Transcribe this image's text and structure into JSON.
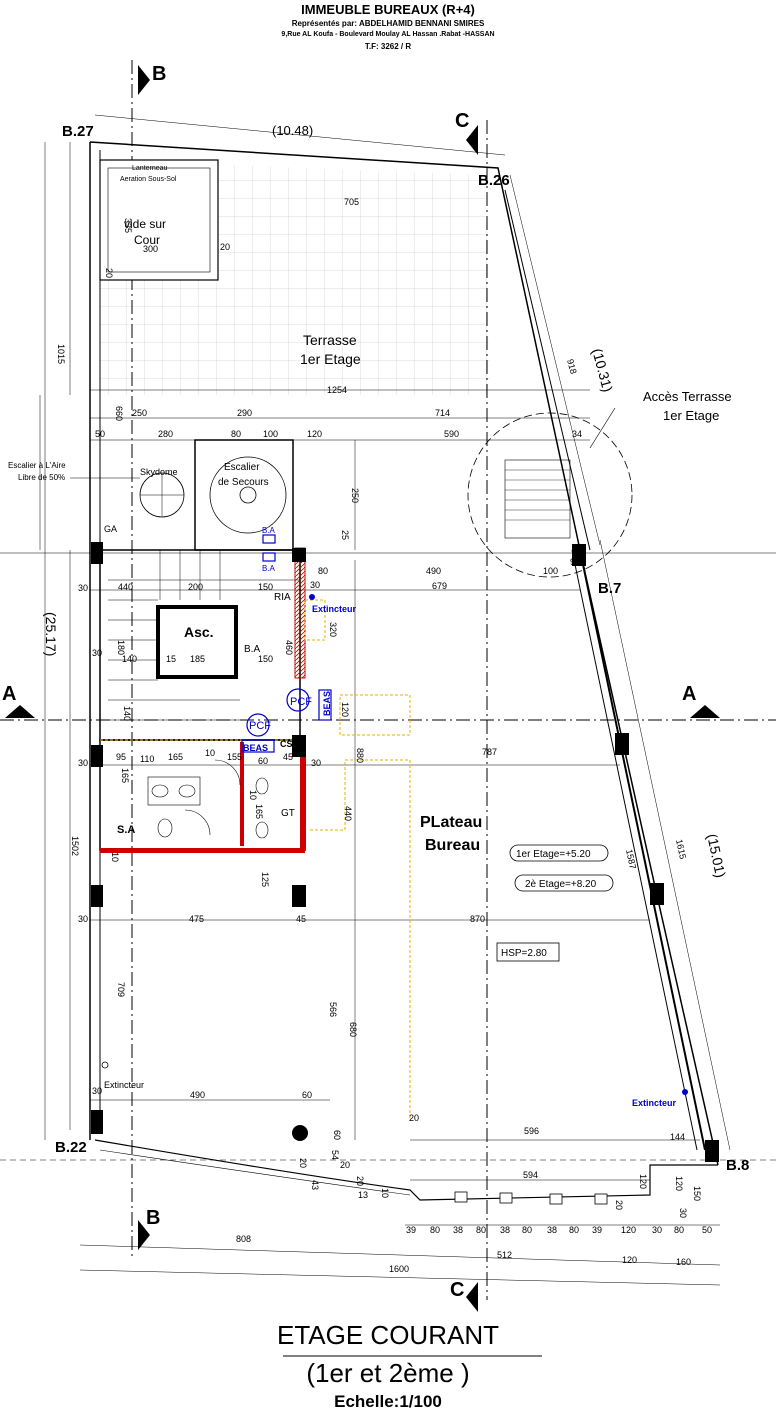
{
  "header": {
    "title": "IMMEUBLE BUREAUX (R+4)",
    "represented": "Représentés par: ABDELHAMID BENNANI SMIRES",
    "address": "9,Rue AL Koufa - Boulevard Moulay AL Hassan .Rabat -HASSAN",
    "tf": "T.F: 3262 / R"
  },
  "sections": {
    "b_top": "B",
    "b_bottom": "B",
    "c_top": "C",
    "c_bottom": "C",
    "a_left": "A",
    "a_right": "A"
  },
  "points": {
    "b27": "B.27",
    "b26": "B.26",
    "b7": "B.7",
    "b22": "B.22",
    "b8": "B.8"
  },
  "labels": {
    "lanterneau": "Lanterneau",
    "aeration": "Aeration Sous-Sol",
    "vide1": "vide sur",
    "vide2": "Cour",
    "terrasse1": "Terrasse",
    "terrasse2": "1er Etage",
    "acces1": "Accès Terrasse",
    "acces2": "1er Etage",
    "escalier_aire1": "Escalier à L'Aire",
    "escalier_aire2": "Libre de 50%",
    "skydome": "Skydome",
    "secours1": "Escalier",
    "secours2": "de Secours",
    "ga": "GA",
    "asc": "Asc.",
    "ba1": "B.A",
    "ba2": "B.A",
    "ba3": "B.A",
    "ria": "RIA",
    "extincteur1": "Extincteur",
    "extincteur2": "Extincteur",
    "extincteur3": "Extincteur",
    "pcf1": "PCF",
    "pcf2": "PCF",
    "beas1": "BEAS",
    "beas2": "BEAS",
    "cs": "CS",
    "gt": "GT",
    "sa": "S.A",
    "plateau1": "PLateau",
    "plateau2": "Bureau",
    "etage1": "1er Etage=+5.20",
    "etage2": "2è Etage=+8.20",
    "hsp": "HSP=2.80"
  },
  "dimensions": {
    "d10_48": "(10.48)",
    "d705": "705",
    "d335": "335",
    "d300": "300",
    "d20a": "20",
    "d20b": "20",
    "d1015": "1015",
    "d918": "918",
    "d10_31": "(10.31)",
    "d1254": "1254",
    "d660": "660",
    "d250": "250",
    "d290": "290",
    "d714": "714",
    "d50": "50",
    "d280": "280",
    "d80a": "80",
    "d100": "100",
    "d120a": "120",
    "d590": "590",
    "d34": "34",
    "d250b": "250",
    "d25": "25",
    "d30a": "30",
    "d440a": "440",
    "d200": "200",
    "d150a": "150",
    "d30b": "30",
    "d80b": "80",
    "d490a": "490",
    "d679": "679",
    "d100b": "100",
    "d9": "9",
    "d25_17": "(25.17)",
    "d180": "180",
    "d30c": "30",
    "d140": "140",
    "d15": "15",
    "d185": "185",
    "d150b": "150",
    "d460": "460",
    "d320": "320",
    "d140b": "140",
    "d120b": "120",
    "d880": "880",
    "d30d": "30",
    "d95": "95",
    "d110": "110",
    "d165": "165",
    "d10a": "10",
    "d155": "155",
    "d60": "60",
    "d45": "45",
    "d30e": "30",
    "d787": "787",
    "d165b": "165",
    "d10b": "10",
    "d165c": "165",
    "d440b": "440",
    "d1502": "1502",
    "d10c": "10",
    "d125": "125",
    "d1587": "1587",
    "d1615": "1615",
    "d15_01": "(15.01)",
    "d30f": "30",
    "d475": "475",
    "d45b": "45",
    "d870": "870",
    "d709": "709",
    "d566": "566",
    "d680": "680",
    "d30g": "30",
    "d490b": "490",
    "d60b": "60",
    "d20c": "20",
    "d596": "596",
    "d144": "144",
    "d20d": "20",
    "d43": "43",
    "d60c": "60",
    "d54": "54",
    "d20e": "20",
    "d20f": "20",
    "d13": "13",
    "d10d": "10",
    "d594": "594",
    "d20g": "20",
    "d120c": "120",
    "d120d": "120",
    "d30h": "30",
    "d150c": "150",
    "d39a": "39",
    "d80c": "80",
    "d38a": "38",
    "d80d": "80",
    "d38b": "38",
    "d80e": "80",
    "d38c": "38",
    "d80f": "80",
    "d39b": "39",
    "d120e": "120",
    "d30i": "30",
    "d80g": "80",
    "d50b": "50",
    "d808": "808",
    "d512": "512",
    "d120f": "120",
    "d160": "160",
    "d1600": "1600"
  },
  "title_block": {
    "title": "ETAGE COURANT",
    "subtitle": "(1er et 2ème )",
    "scale": "Echelle:1/100"
  },
  "colors": {
    "line": "#000000",
    "red": "#cc0000",
    "yellow": "#e8b000",
    "blue": "#0000cc",
    "grid": "#999999"
  }
}
